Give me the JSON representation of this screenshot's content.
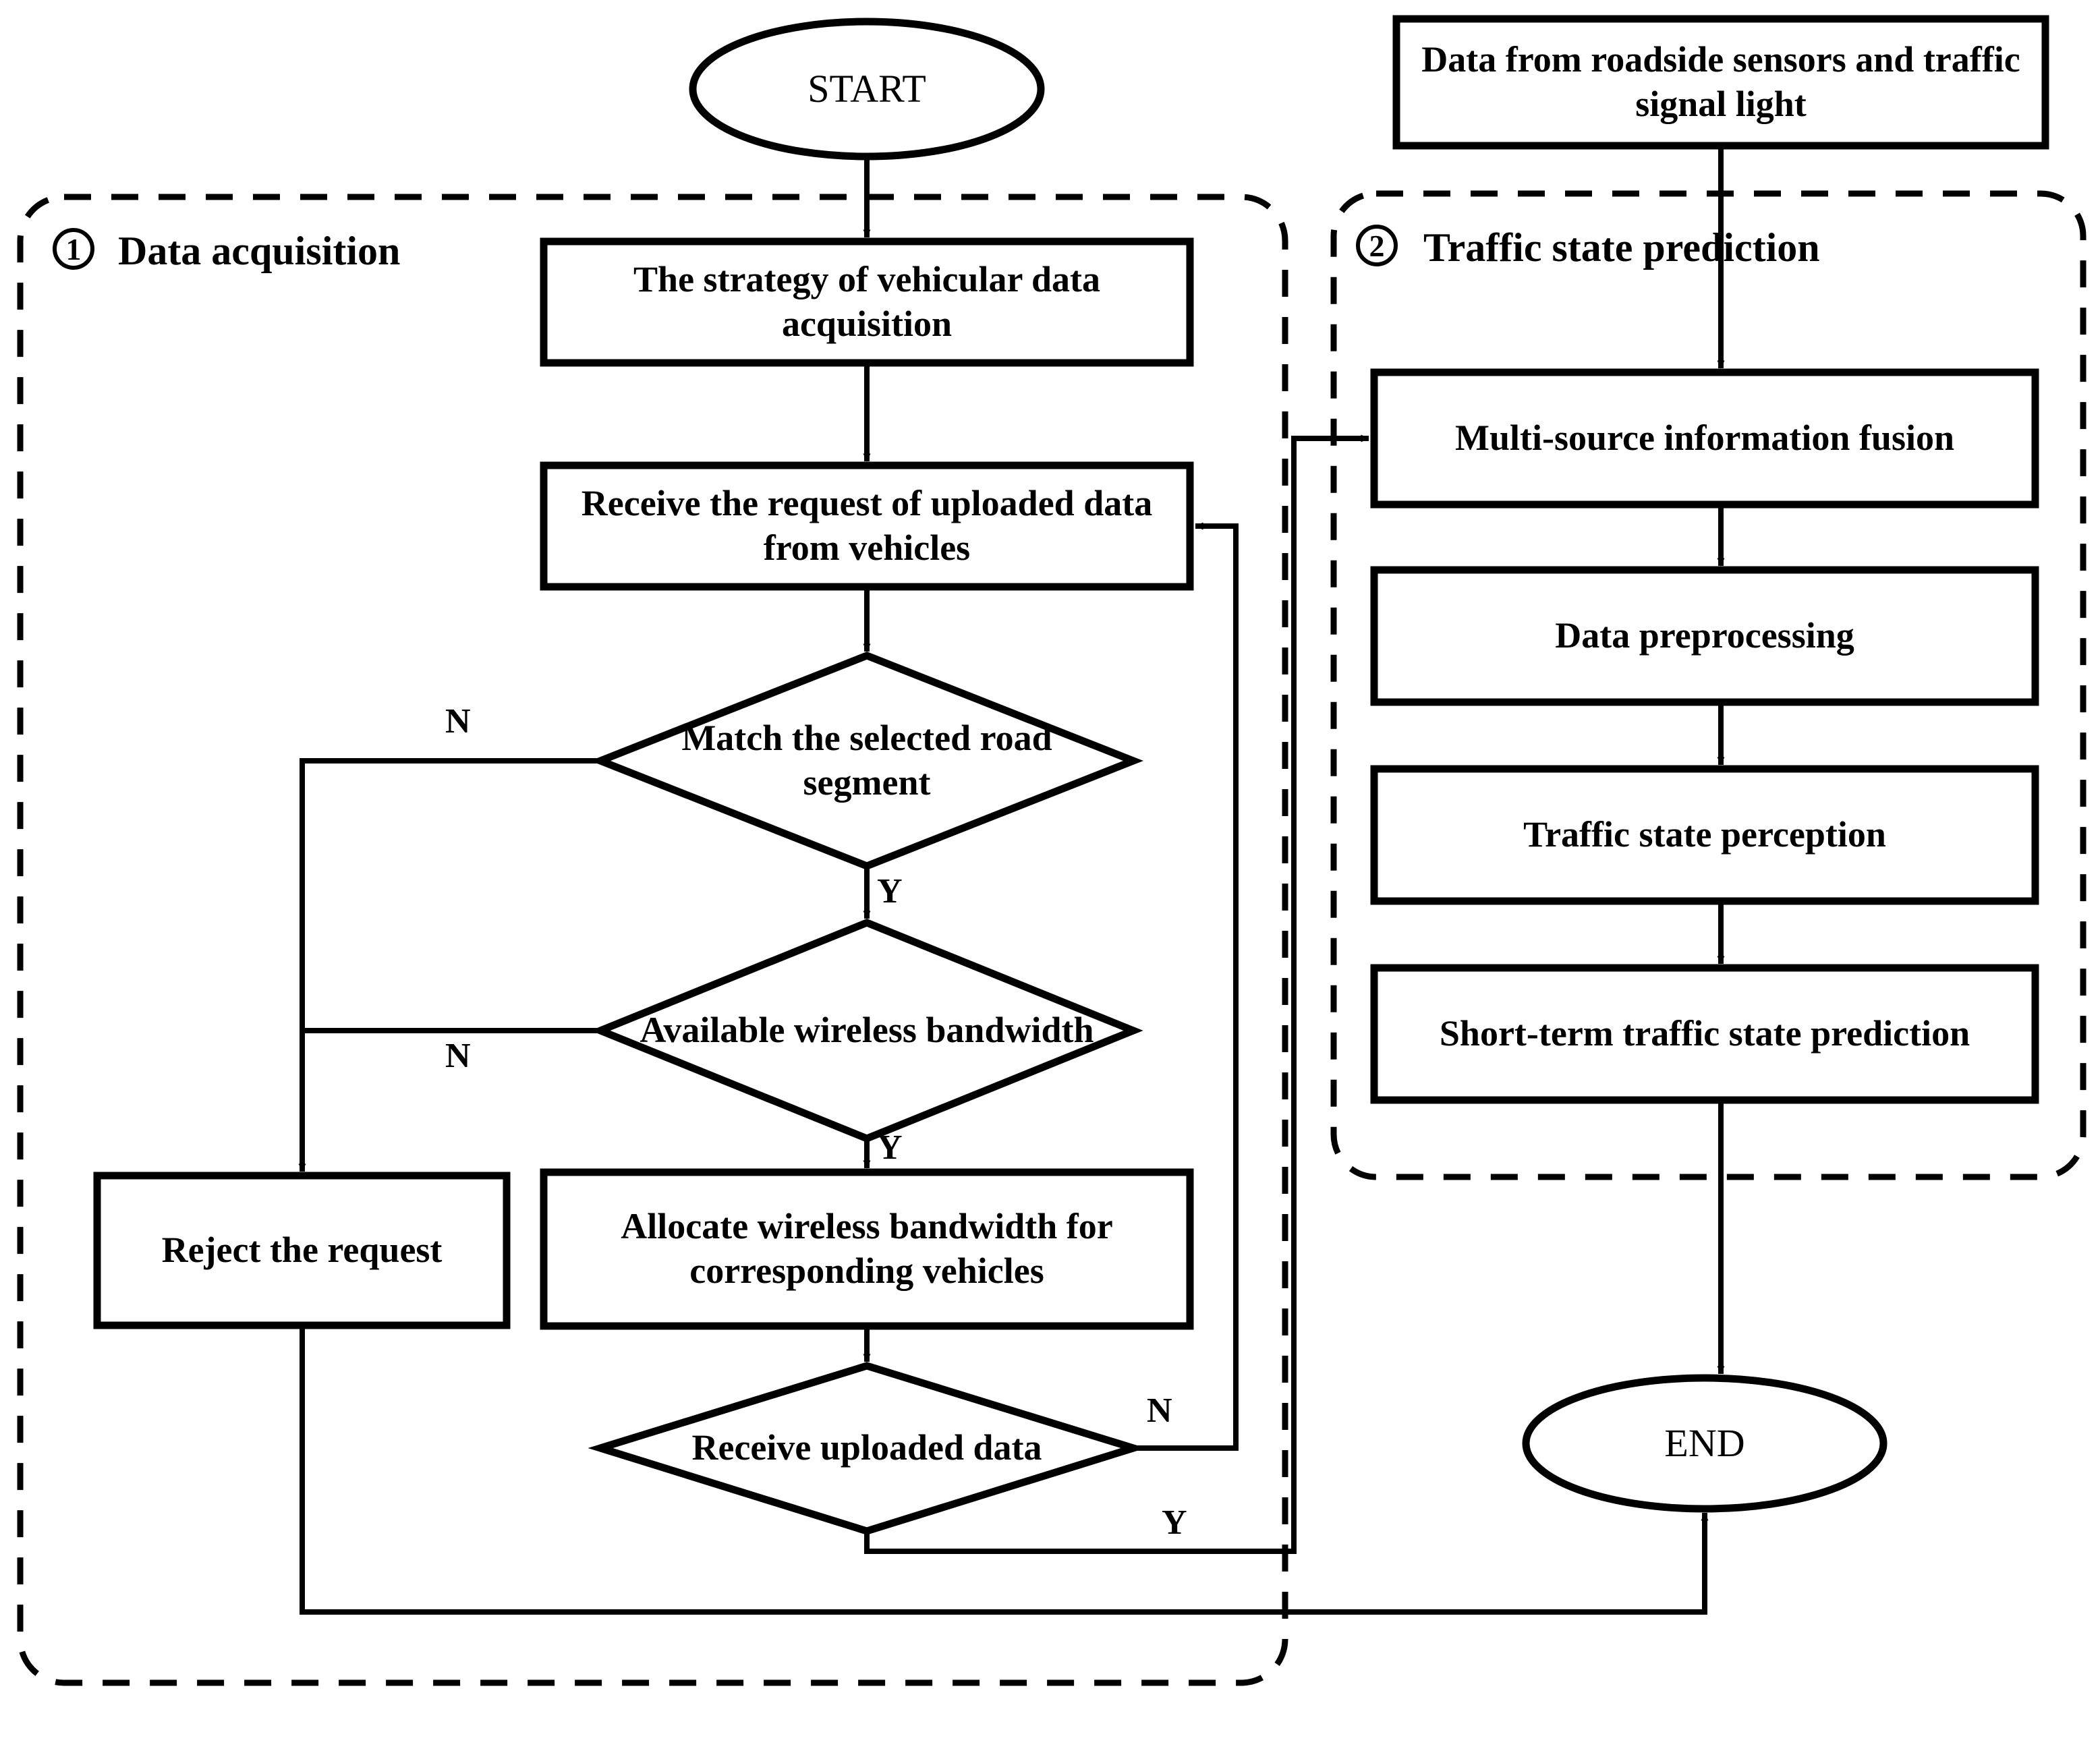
{
  "diagram": {
    "title": "Vehicular data acquisition and traffic state prediction flowchart",
    "stroke_color": "#000000",
    "background_color": "#ffffff",
    "sections": [
      {
        "number": "1",
        "label": "Data acquisition"
      },
      {
        "number": "2",
        "label": "Traffic state prediction"
      }
    ],
    "terminators": [
      {
        "id": "start",
        "label": "START"
      },
      {
        "id": "end",
        "label": "END"
      }
    ],
    "process_boxes": [
      {
        "id": "vehicular-strategy",
        "label": "The strategy of vehicular data acquisition"
      },
      {
        "id": "receive-request",
        "label": "Receive the request of uploaded data from vehicles"
      },
      {
        "id": "reject-request",
        "label": "Reject the request"
      },
      {
        "id": "allocate-bandwidth",
        "label": "Allocate wireless bandwidth for corresponding vehicles"
      },
      {
        "id": "roadside-data",
        "label": "Data from roadside sensors and traffic signal light"
      },
      {
        "id": "fusion",
        "label": "Multi-source information fusion"
      },
      {
        "id": "preprocessing",
        "label": "Data preprocessing"
      },
      {
        "id": "perception",
        "label": "Traffic state perception"
      },
      {
        "id": "prediction",
        "label": "Short-term traffic state prediction"
      }
    ],
    "decisions": [
      {
        "id": "match-road-segment",
        "label": "Match the selected road segment"
      },
      {
        "id": "available-bandwidth",
        "label": "Available wireless bandwidth"
      },
      {
        "id": "receive-uploaded-data",
        "label": "Receive uploaded data"
      }
    ],
    "edge_labels": [
      {
        "id": "match-no",
        "label": "N"
      },
      {
        "id": "match-yes",
        "label": "Y"
      },
      {
        "id": "bandwidth-no",
        "label": "N"
      },
      {
        "id": "bandwidth-yes",
        "label": "Y"
      },
      {
        "id": "upload-no",
        "label": "N"
      },
      {
        "id": "upload-yes",
        "label": "Y"
      }
    ]
  }
}
